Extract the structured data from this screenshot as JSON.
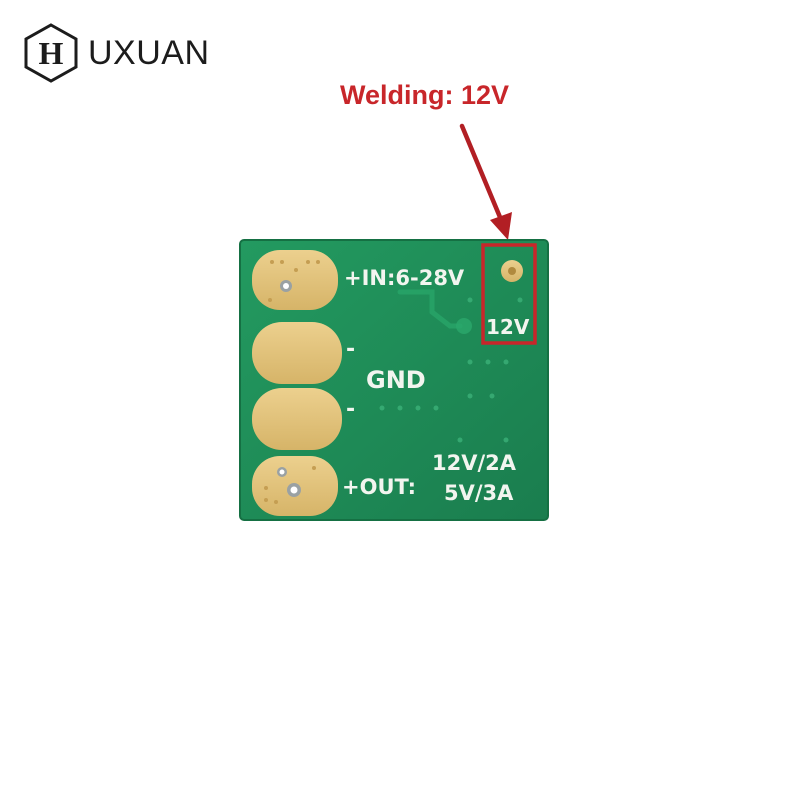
{
  "brand": {
    "mark_letter": "H",
    "name": "UXUAN"
  },
  "callout": {
    "text": "Welding: 12V",
    "color": "#c8262a"
  },
  "board": {
    "color": "#1f8a57",
    "pad_color": "#e2c27a",
    "labels": {
      "input": "+IN:6-28V",
      "weld_pad": "12V",
      "ground": "GND",
      "output": "+OUT:",
      "rating_12v": "12V/2A",
      "rating_5v": "5V/3A",
      "minus_top": "-",
      "minus_bottom": "-"
    }
  }
}
